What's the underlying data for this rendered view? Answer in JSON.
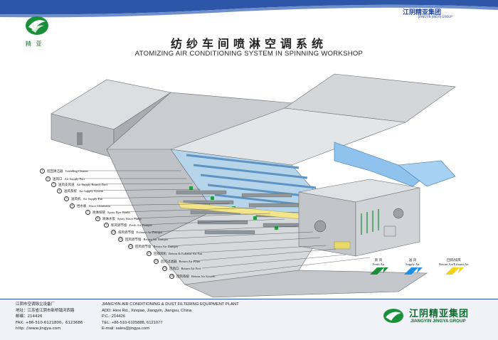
{
  "header": {
    "logo_text": "精 亚",
    "brand_cn": "江阴精亚集团",
    "brand_en": "JIANGYIN JINGYA GROUP",
    "title_cn": "纺纱车间喷淋空调系统",
    "title_en": "ATOMIZING AIR CONDITIONING SYSTEM IN SPINNING WORKSHOP"
  },
  "callouts": [
    {
      "num": "1",
      "cn": "巡回清洁器",
      "en": "Traveling Cleaner"
    },
    {
      "num": "2",
      "cn": "送风口",
      "en": "Air Supply Port"
    },
    {
      "num": "3",
      "cn": "送风支风道",
      "en": "Air Supply Branch Duct"
    },
    {
      "num": "4",
      "cn": "送风系统",
      "en": "Air Supply System"
    },
    {
      "num": "5",
      "cn": "送风机",
      "en": "Air Supply Fan"
    },
    {
      "num": "6",
      "cn": "挡水板",
      "en": "Water Eliminator"
    },
    {
      "num": "7",
      "cn": "喷淋排管",
      "en": "Spray Pipe Banks"
    },
    {
      "num": "8",
      "cn": "喷淋水泵",
      "en": "Spray Water Pump"
    },
    {
      "num": "9",
      "cn": "新风调节窗",
      "en": "Fresh Air Damper"
    },
    {
      "num": "10",
      "cn": "排风调节窗",
      "en": "Exhaust Air Damper"
    },
    {
      "num": "11",
      "cn": "回风调节窗",
      "en": "Return Air Damper"
    },
    {
      "num": "12",
      "cn": "回风调节窗",
      "en": "Return Air Damper"
    },
    {
      "num": "13",
      "cn": "回排风机",
      "en": "Return & Exhaust Air Fan"
    },
    {
      "num": "14",
      "cn": "回风过滤器",
      "en": "Return Air Filter"
    },
    {
      "num": "15",
      "cn": "回风口",
      "en": "Return Air Port"
    },
    {
      "num": "16",
      "cn": "回风系统",
      "en": "Return Air System"
    }
  ],
  "legend": [
    {
      "cn": "新 风",
      "en": "Fresh Air",
      "color": "#1a8f3a"
    },
    {
      "cn": "送 风",
      "en": "Supply Air",
      "color": "#1e90e8"
    },
    {
      "cn": "回风/排风",
      "en": "Return Air/Exhaust Air",
      "color": "#f2d21a"
    }
  ],
  "footer": {
    "cn_lines": [
      "江阴市空调除尘设备厂",
      "地址：江苏省江阴市新桥镇河西路",
      "邮编：214426",
      "FAX: +86-510-6121800，6123686",
      "http:  //www.jingya.com"
    ],
    "en_lines": [
      "JIANGYIN AIR CONDITIONING & DUST FILTERING EQUIPMENT PLANT",
      "ADD:  Hexi Rd., Xinqiao, Jiangyin, Jiangsu, China",
      "P.C.:  214426",
      "TEL: +86-510-6125888, 6121077",
      "E-mail:  sales@jingya.com"
    ],
    "brand_cn": "江阴精亚集团",
    "brand_en": "JIANGYIN JINGYA GROUP"
  },
  "colors": {
    "accent_blue": "#2d55a8",
    "brand_green": "#0f6a2e",
    "building_gray": "#c4c8cc",
    "supply_blue": "#8fc3ee"
  }
}
